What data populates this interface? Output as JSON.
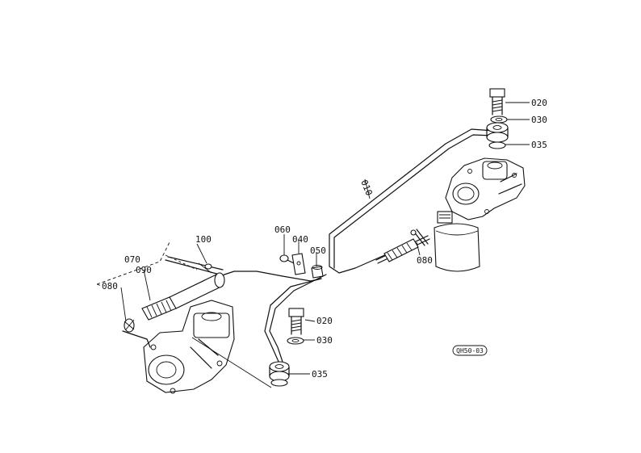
{
  "callouts": {
    "c010": "010",
    "c020_top": "020",
    "c030_top": "030",
    "c035_top": "035",
    "c040": "040",
    "c050": "050",
    "c060": "060",
    "c070": "070",
    "c080_left": "080",
    "c080_right": "080",
    "c090": "090",
    "c100": "100",
    "c020_mid": "020",
    "c030_mid": "030",
    "c035_mid": "035"
  },
  "reference_code": "QH50-03"
}
